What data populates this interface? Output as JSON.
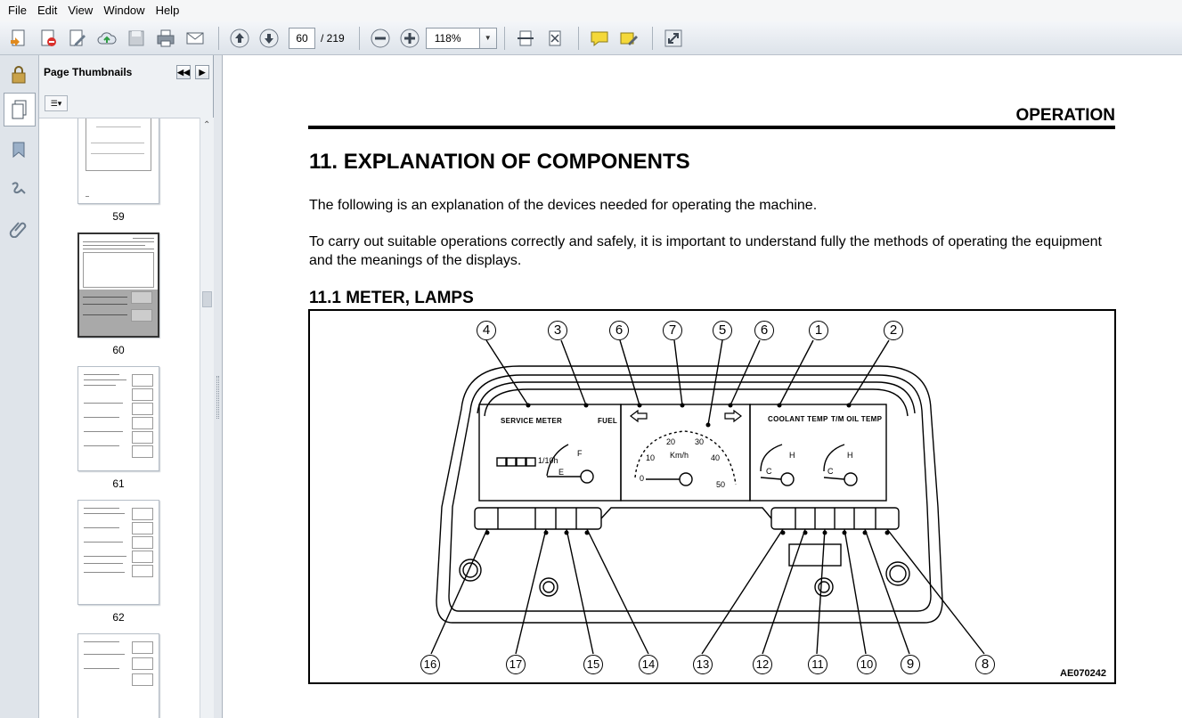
{
  "menu": [
    "File",
    "Edit",
    "View",
    "Window",
    "Help"
  ],
  "toolbar": {
    "page_current": "60",
    "page_total": "/ 219",
    "zoom": "118%"
  },
  "sidebar": {
    "title": "Page Thumbnails",
    "thumbnails": [
      {
        "label": "59"
      },
      {
        "label": "60"
      },
      {
        "label": "61"
      },
      {
        "label": "62"
      }
    ]
  },
  "document": {
    "section": "OPERATION",
    "heading": "11.  EXPLANATION OF COMPONENTS",
    "paragraph1": "The following is an explanation of the devices needed for operating the machine.",
    "paragraph2": "To carry out suitable operations correctly and safely, it is important to understand fully the methods of operating the equipment and the meanings of the displays.",
    "subheading": "11.1 METER, LAMPS",
    "figure": {
      "code": "AE070242",
      "top_callouts": [
        "4",
        "3",
        "6",
        "7",
        "5",
        "6",
        "1",
        "2"
      ],
      "bottom_callouts": [
        "16",
        "17",
        "15",
        "14",
        "13",
        "12",
        "11",
        "10",
        "9",
        "8"
      ],
      "labels": {
        "service_meter": "SERVICE METER",
        "fuel": "FUEL",
        "coolant_temp": "COOLANT TEMP",
        "tm_oil_temp": "T/M OIL TEMP",
        "speed_unit": "Km/h",
        "hour_unit": "1/10h",
        "full": "F",
        "empty": "E",
        "hot": "H",
        "cold": "C"
      },
      "speed_ticks": [
        "0",
        "10",
        "20",
        "30",
        "40",
        "50"
      ]
    }
  }
}
